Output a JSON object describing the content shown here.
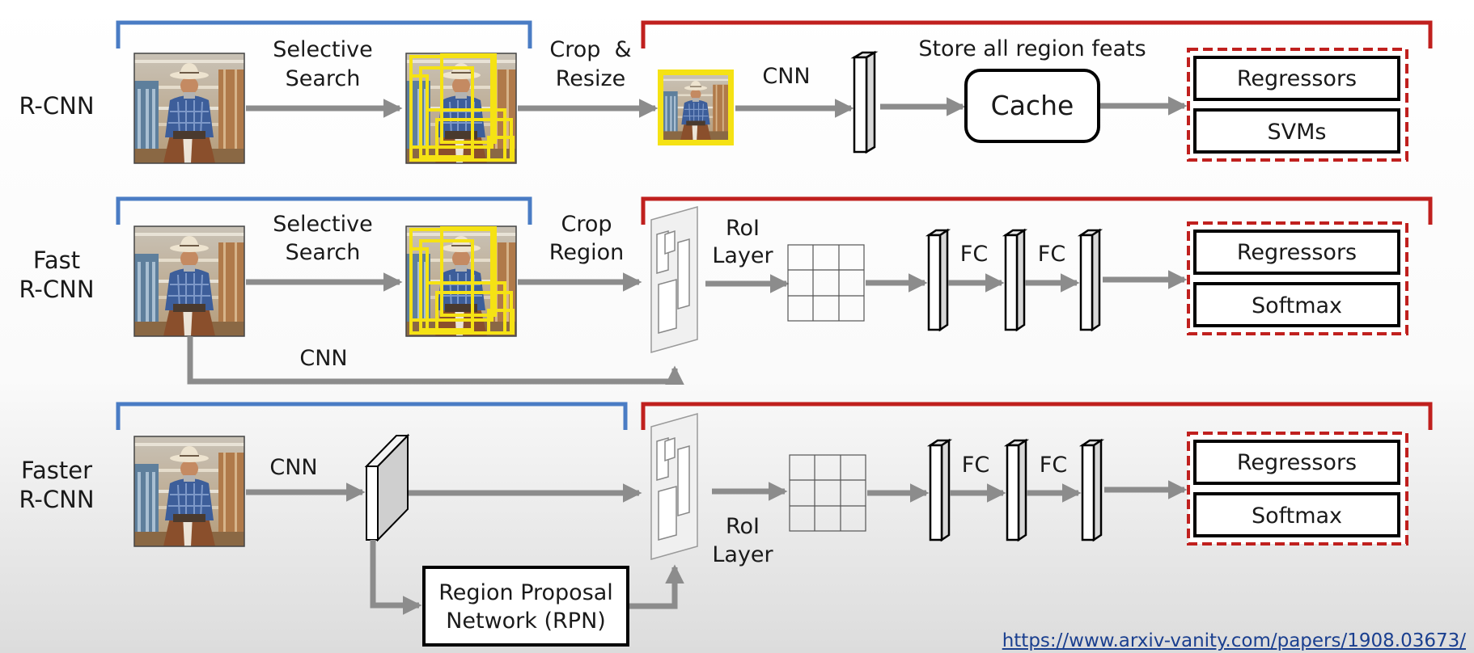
{
  "rows": {
    "rcnn": {
      "name": "R-CNN",
      "selective_search": [
        "Selective",
        "Search"
      ],
      "crop_resize": [
        "Crop  &",
        "Resize"
      ],
      "cnn": "CNN",
      "store_feats": "Store all region feats",
      "cache": "Cache",
      "heads": [
        "Regressors",
        "SVMs"
      ]
    },
    "fast": {
      "name": [
        "Fast",
        "R-CNN"
      ],
      "selective_search": [
        "Selective",
        "Search"
      ],
      "crop_region": [
        "Crop",
        "Region"
      ],
      "roi_layer": [
        "RoI",
        "Layer"
      ],
      "fc": [
        "FC",
        "FC"
      ],
      "cnn": "CNN",
      "heads": [
        "Regressors",
        "Softmax"
      ]
    },
    "faster": {
      "name": [
        "Faster",
        "R-CNN"
      ],
      "cnn": "CNN",
      "roi_layer": [
        "RoI",
        "Layer"
      ],
      "fc": [
        "FC",
        "FC"
      ],
      "rpn": [
        "Region Proposal",
        "Network (RPN)"
      ],
      "heads": [
        "Regressors",
        "Softmax"
      ]
    }
  },
  "colors": {
    "region_bracket": "#4a7cc4",
    "feature_bracket": "#c0201e",
    "arrow": "#8c8c8c",
    "proposal_box": "#f5e214",
    "head_border": "#c0201e"
  },
  "icons": [
    "cowboy-horse-photo"
  ],
  "source_link": "https://www.arxiv-vanity.com/papers/1908.03673/"
}
